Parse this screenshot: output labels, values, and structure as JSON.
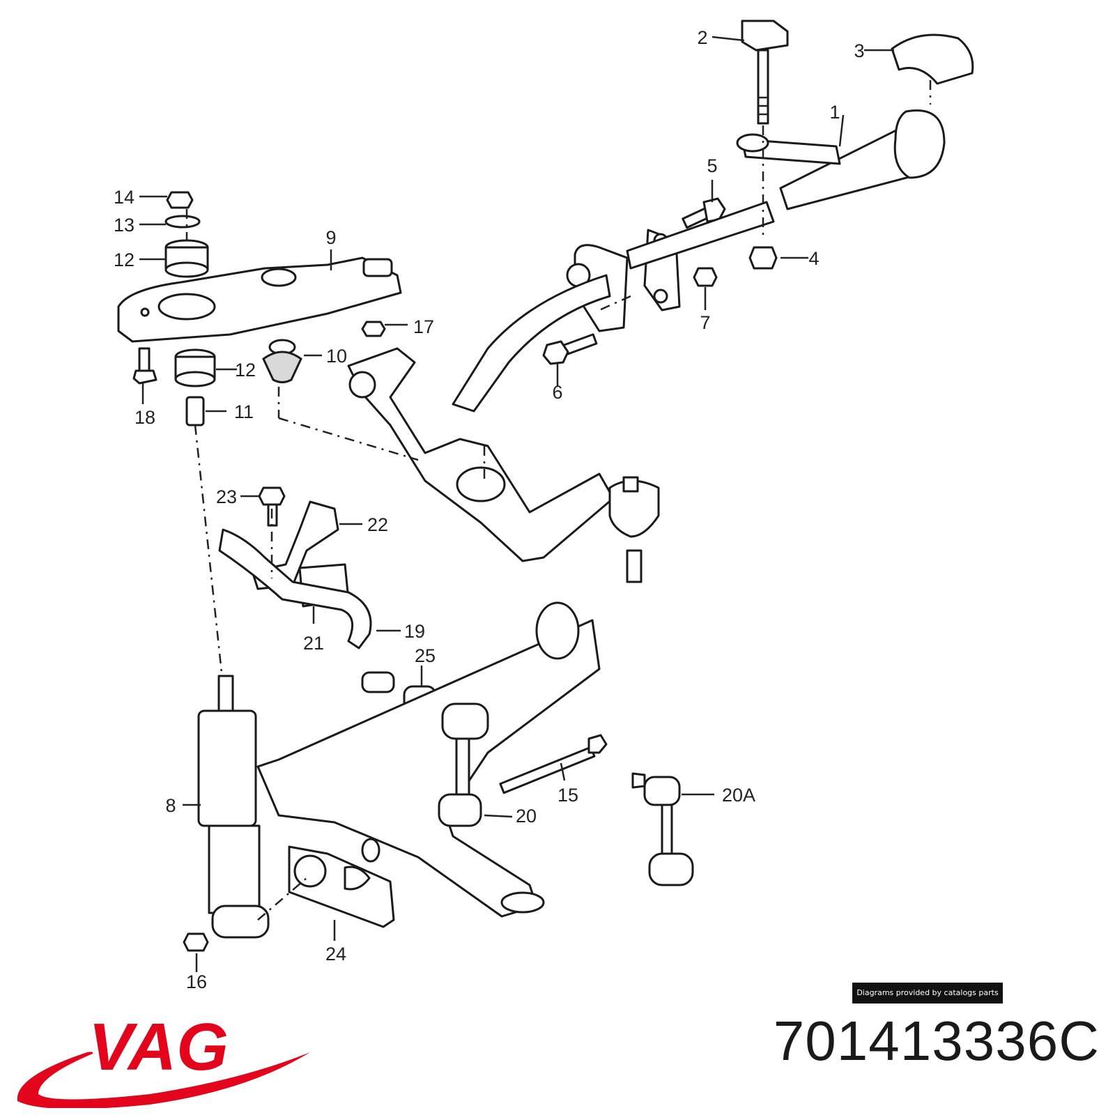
{
  "diagram": {
    "callouts": [
      {
        "id": "c1",
        "label": "1"
      },
      {
        "id": "c2",
        "label": "2"
      },
      {
        "id": "c3",
        "label": "3"
      },
      {
        "id": "c4",
        "label": "4"
      },
      {
        "id": "c5",
        "label": "5"
      },
      {
        "id": "c6",
        "label": "6"
      },
      {
        "id": "c7",
        "label": "7"
      },
      {
        "id": "c8",
        "label": "8"
      },
      {
        "id": "c9",
        "label": "9"
      },
      {
        "id": "c10",
        "label": "10"
      },
      {
        "id": "c11",
        "label": "11"
      },
      {
        "id": "c12a",
        "label": "12"
      },
      {
        "id": "c12b",
        "label": "12"
      },
      {
        "id": "c13",
        "label": "13"
      },
      {
        "id": "c14",
        "label": "14"
      },
      {
        "id": "c15",
        "label": "15"
      },
      {
        "id": "c16",
        "label": "16"
      },
      {
        "id": "c17",
        "label": "17"
      },
      {
        "id": "c18",
        "label": "18"
      },
      {
        "id": "c19",
        "label": "19"
      },
      {
        "id": "c20",
        "label": "20"
      },
      {
        "id": "c20a",
        "label": "20A"
      },
      {
        "id": "c21",
        "label": "21"
      },
      {
        "id": "c22",
        "label": "22"
      },
      {
        "id": "c23",
        "label": "23"
      },
      {
        "id": "c24",
        "label": "24"
      },
      {
        "id": "c25",
        "label": "25"
      }
    ]
  },
  "credit": "Diagrams provided by catalogs parts",
  "brand": {
    "name": "VAG",
    "color": "#e3051b"
  },
  "part_number": "701413336C"
}
